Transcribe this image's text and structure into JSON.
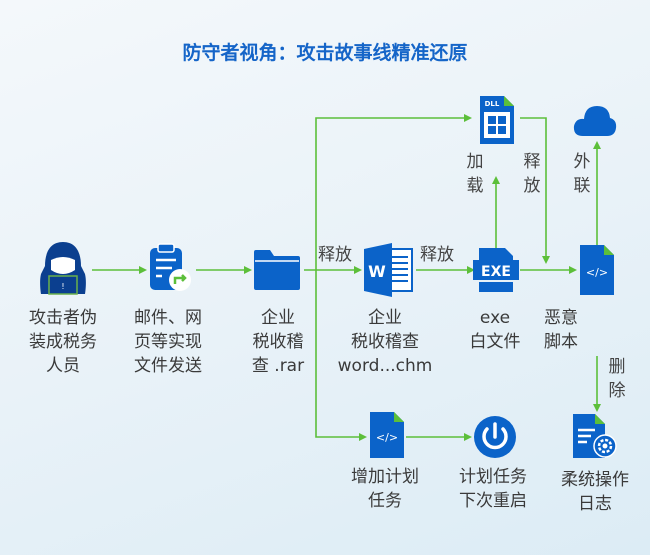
{
  "title": "防守者视角：攻击故事线精准还原",
  "colors": {
    "accent": "#1565c8",
    "icon": "#0b63c9",
    "arrow": "#5cbf3a"
  },
  "nodes": {
    "attacker": {
      "label": "攻击者伪\n装成税务\n人员",
      "icon": "hacker-icon"
    },
    "send": {
      "label": "邮件、网\n页等实现\n文件发送",
      "icon": "clipboard-icon"
    },
    "rar": {
      "label": "企业\n税收稽\n查 .rar",
      "icon": "folder-icon"
    },
    "word": {
      "label": "企业\n税收稽查\nword...chm",
      "icon": "word-icon"
    },
    "exe": {
      "label": "exe\n白文件",
      "icon": "exe-icon"
    },
    "script": {
      "label": "恶意\n脚本",
      "icon": "script-icon"
    },
    "dll": {
      "icon_text": "DLL",
      "icon": "dll-icon"
    },
    "cloud": {
      "icon": "cloud-icon"
    },
    "task": {
      "label": "增加计划\n任务",
      "icon": "script-icon"
    },
    "reboot": {
      "label": "计划任务\n下次重启",
      "icon": "power-icon"
    },
    "log": {
      "label": "柔统操作\n日志",
      "icon": "log-gear-icon"
    }
  },
  "edges": {
    "release1": "释放",
    "release2": "释放",
    "load": "加载",
    "release3": "释放",
    "connect": "外联",
    "delete": "删除"
  }
}
